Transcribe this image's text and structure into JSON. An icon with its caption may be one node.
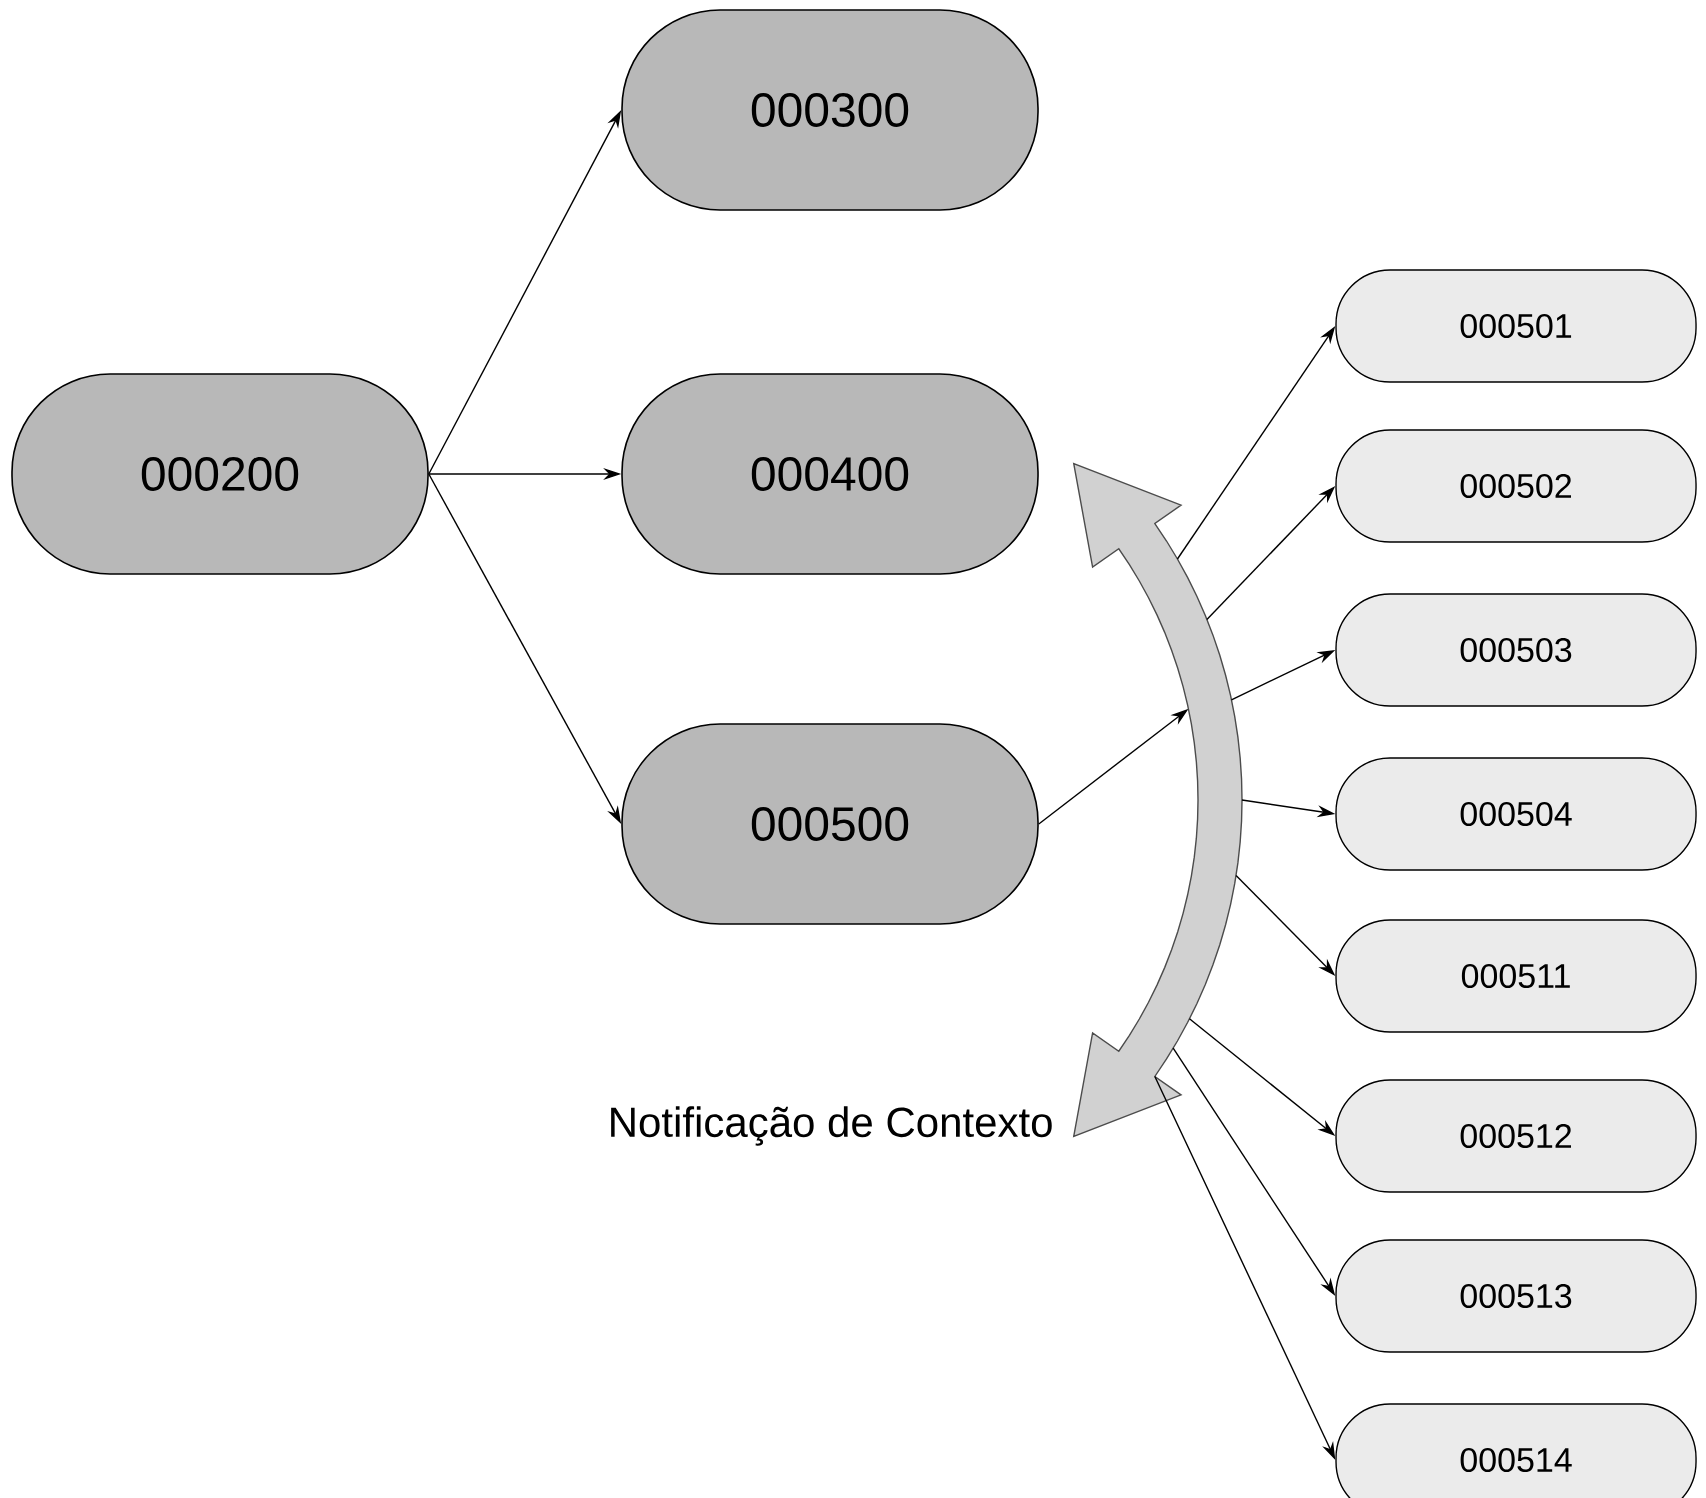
{
  "diagram": {
    "nodes": [
      {
        "text": [
          "000200"
        ]
      },
      {
        "text": [
          "000300"
        ]
      },
      {
        "text": [
          "000400"
        ]
      },
      {
        "text": [
          "000500"
        ]
      },
      {
        "text": [
          "Notificação de Contexto"
        ]
      },
      {
        "text": [
          "000501"
        ]
      },
      {
        "text": [
          "000502"
        ]
      },
      {
        "text": [
          "000503"
        ]
      },
      {
        "text": [
          "000504"
        ]
      },
      {
        "text": [
          "000511"
        ]
      },
      {
        "text": [
          "000512"
        ]
      },
      {
        "text": [
          "000513"
        ]
      },
      {
        "text": [
          "000514"
        ]
      }
    ],
    "edges": [
      {
        "from": 0,
        "to": 1,
        "arrow": "to"
      },
      {
        "from": 0,
        "to": 2,
        "arrow": "to"
      },
      {
        "from": 0,
        "to": 3,
        "arrow": "to"
      },
      {
        "from": 3,
        "to": 4,
        "arrow": "to"
      },
      {
        "from": 4,
        "to": 5,
        "arrow": "to"
      },
      {
        "from": 4,
        "to": 6,
        "arrow": "to"
      },
      {
        "from": 4,
        "to": 7,
        "arrow": "to"
      },
      {
        "from": 4,
        "to": 8,
        "arrow": "to"
      },
      {
        "from": 4,
        "to": 9,
        "arrow": "to"
      },
      {
        "from": 4,
        "to": 10,
        "arrow": "to"
      },
      {
        "from": 4,
        "to": 11,
        "arrow": "to"
      },
      {
        "from": 4,
        "to": 12,
        "arrow": "to"
      }
    ]
  }
}
